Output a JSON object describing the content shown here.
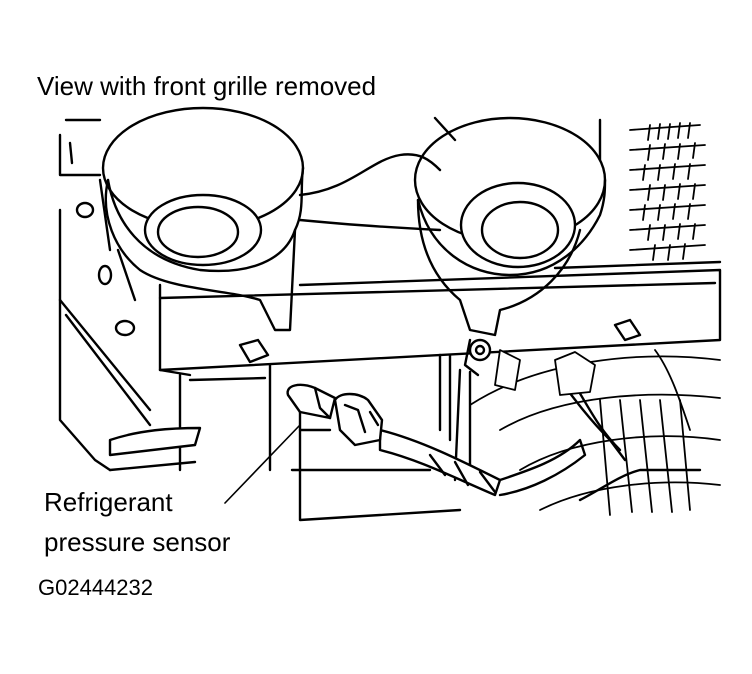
{
  "figure": {
    "title": "View with front grille removed",
    "callout": {
      "line1": "Refrigerant",
      "line2": "pressure sensor"
    },
    "figure_id": "G02444232"
  },
  "colors": {
    "ink": "#000000",
    "paper": "#ffffff",
    "shade": "#c8c8c8"
  },
  "icons": [
    "horn-left",
    "horn-right",
    "pressure-sensor",
    "wiring-harness",
    "radiator-fan",
    "condenser-fins"
  ]
}
